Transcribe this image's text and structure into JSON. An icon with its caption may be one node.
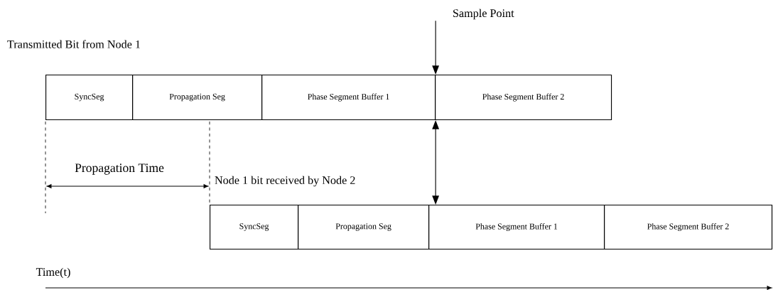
{
  "diagram": {
    "nodes": [
      {
        "text": [
          "SyncSeg"
        ]
      },
      {
        "text": [
          "Propagation Seg"
        ]
      },
      {
        "text": [
          "Phase Segment Buffer 1"
        ]
      },
      {
        "text": [
          "Phase Segment Buffer 2"
        ]
      },
      {
        "text": [
          "SyncSeg"
        ]
      },
      {
        "text": [
          "Propagation Seg"
        ]
      },
      {
        "text": [
          "Phase Segment Buffer 1"
        ]
      },
      {
        "text": [
          "Phase Segment Buffer 2"
        ]
      },
      {
        "text": [
          "Sample Point"
        ]
      }
    ],
    "edges": [
      {
        "from": 8,
        "to": 2,
        "arrow": "to"
      },
      {
        "from": 2,
        "to": 6,
        "arrow": "both"
      }
    ],
    "labels": [
      "Transmitted Bit from Node 1",
      "Propagation Time",
      "Node 1 bit received by Node 2",
      "Time(t)"
    ]
  }
}
